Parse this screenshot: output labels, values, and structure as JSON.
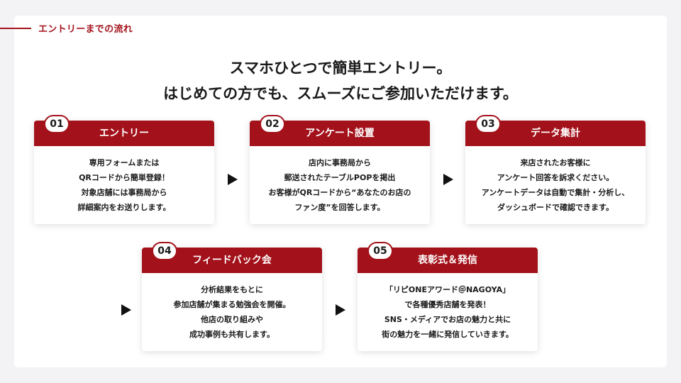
{
  "section": {
    "label": "エントリーまでの流れ",
    "accent_color": "#a3121b"
  },
  "headline": {
    "line1": "スマホひとつで簡単エントリー。",
    "line2": "はじめての方でも、スムーズにご参加いただけます。"
  },
  "steps": [
    {
      "number": "01",
      "title": "エントリー",
      "lines": [
        "専用フォームまたは",
        "QRコードから簡単登録！",
        "対象店舗には事務局から",
        "詳細案内をお送りします。"
      ]
    },
    {
      "number": "02",
      "title": "アンケート設置",
      "lines": [
        "店内に事務局から",
        "郵送されたテーブルPOPを掲出",
        "お客様がQRコードから“あなたのお店の",
        "ファン度”を回答します。"
      ]
    },
    {
      "number": "03",
      "title": "データ集計",
      "lines": [
        "来店されたお客様に",
        "アンケート回答を訴求ください。",
        "アンケートデータは自動で集計・分析し、",
        "ダッシュボードで確認できます。"
      ]
    },
    {
      "number": "04",
      "title": "フィードバック会",
      "lines": [
        "分析結果をもとに",
        "参加店舗が集まる勉強会を開催。",
        "他店の取り組みや",
        "成功事例も共有します。"
      ]
    },
    {
      "number": "05",
      "title": "表彰式＆発信",
      "lines": [
        "「リピONEアワード＠NAGOYA」",
        "で各種優秀店舗を発表！",
        "SNS・メディアでお店の魅力と共に",
        "街の魅力を一緒に発信していきます。"
      ]
    }
  ],
  "icons": {
    "arrow": "triangle-right-icon"
  }
}
